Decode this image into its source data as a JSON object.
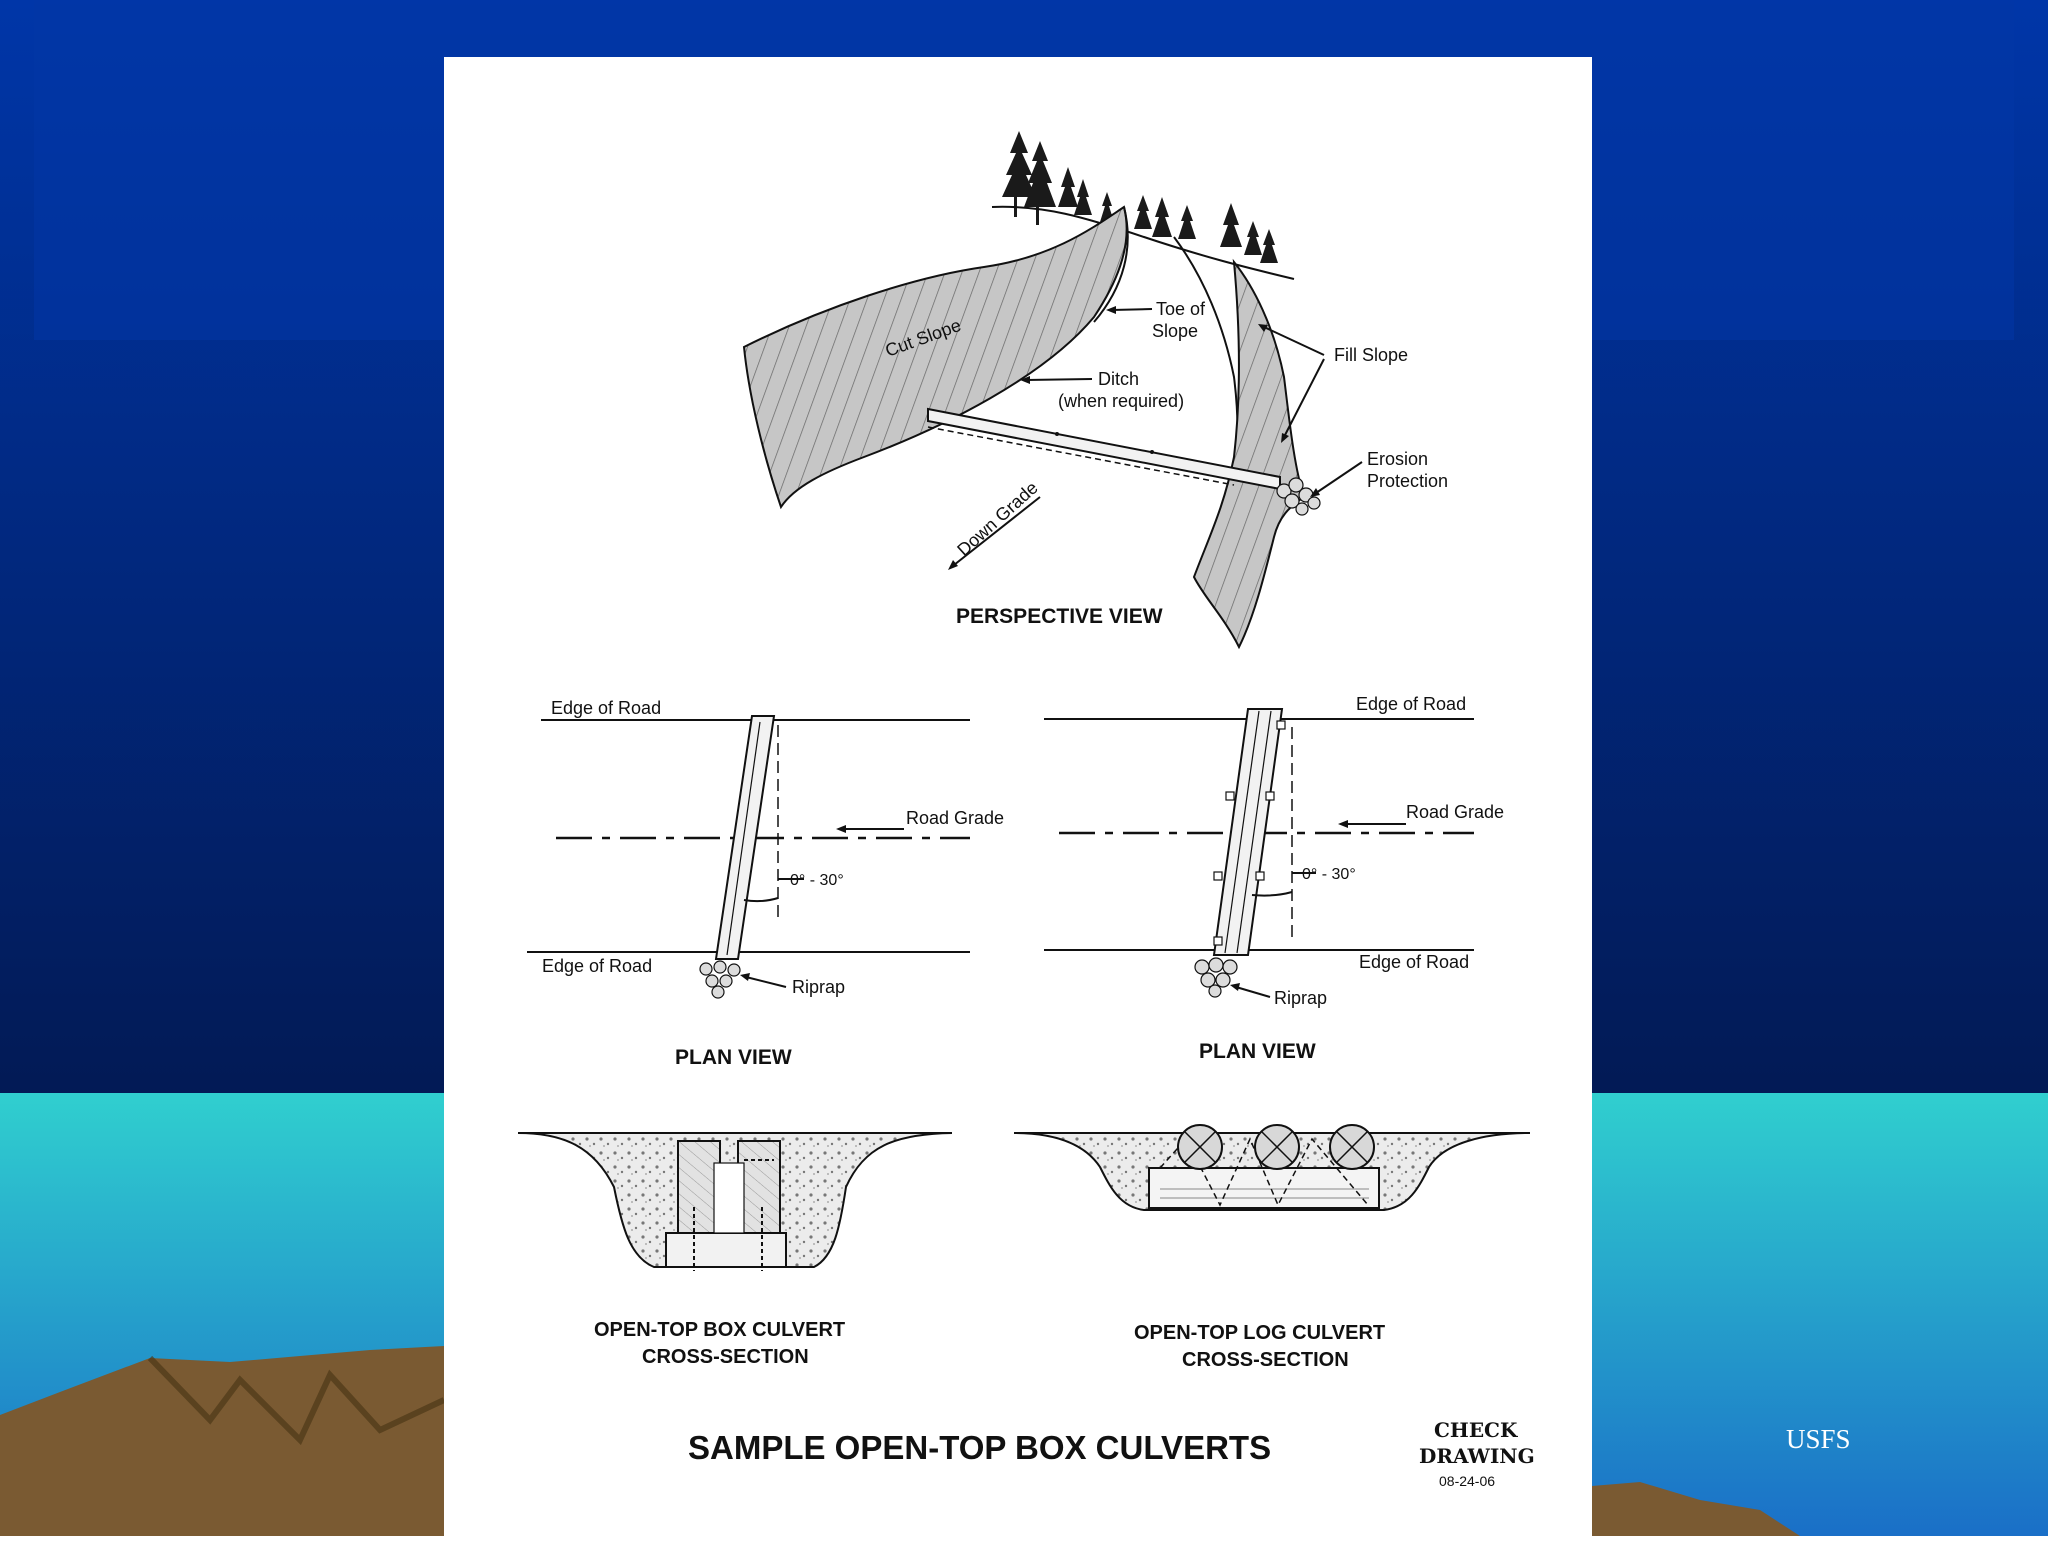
{
  "credit": "USFS",
  "colors": {
    "sky_top": "#0033a0",
    "sky_bottom": "#021e5c",
    "sea_top": "#30cccc",
    "sea_bottom": "#1b73c9",
    "mountain": "#7a5a32",
    "sheet": "#ffffff"
  },
  "diagram": {
    "perspective": {
      "title": "PERSPECTIVE VIEW",
      "labels": {
        "cut_slope": "Cut Slope",
        "toe_line1": "Toe of",
        "toe_line2": "Slope",
        "fill_slope": "Fill Slope",
        "ditch_line1": "Ditch",
        "ditch_line2": "(when required)",
        "erosion_line1": "Erosion",
        "erosion_line2": "Protection",
        "down_grade": "Down Grade"
      }
    },
    "plan_left": {
      "title": "PLAN VIEW",
      "edge_top": "Edge of Road",
      "edge_bottom": "Edge of Road",
      "road_grade": "Road Grade",
      "angle": "0° - 30°",
      "riprap": "Riprap"
    },
    "plan_right": {
      "title": "PLAN VIEW",
      "edge_top": "Edge of Road",
      "edge_bottom": "Edge of Road",
      "road_grade": "Road Grade",
      "angle": "0° - 30°",
      "riprap": "Riprap"
    },
    "box_section": {
      "title_line1": "OPEN-TOP BOX CULVERT",
      "title_line2": "CROSS-SECTION"
    },
    "log_section": {
      "title_line1": "OPEN-TOP LOG CULVERT",
      "title_line2": "CROSS-SECTION"
    },
    "main_title": "SAMPLE OPEN-TOP BOX CULVERTS",
    "stamp_line1": "CHECK",
    "stamp_line2": "DRAWING",
    "date": "08-24-06"
  }
}
